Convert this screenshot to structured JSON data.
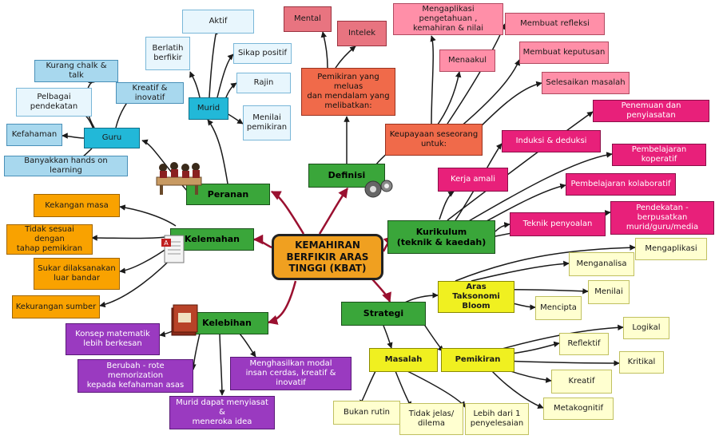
{
  "center": "KEMAHIRAN\nBERFIKIR ARAS\nTINGGI (KBAT)",
  "hubs": {
    "peranan": "Peranan",
    "kelemahan": "Kelemahan",
    "kelebihan": "Kelebihan",
    "definisi": "Definisi",
    "kurikulum": "Kurikulum\n(teknik & kaedah)",
    "strategi": "Strategi"
  },
  "peranan": {
    "guru": "Guru",
    "murid": "Murid",
    "guru_items": [
      "Kurang chalk & talk",
      "Pelbagai\npendekatan",
      "Kefahaman",
      "Banyakkan hands on learning",
      "Kreatif & inovatif"
    ],
    "murid_items": [
      "Aktif",
      "Berlatih\nberfikir",
      "Sikap positif",
      "Rajin",
      "Menilai\npemikiran"
    ]
  },
  "kelemahan_items": [
    "Kekangan masa",
    "Tidak sesuai dengan\ntahap pemikiran",
    "Sukar dilaksanakan\nluar bandar",
    "Kekurangan sumber"
  ],
  "kelebihan_items": [
    "Konsep matematik\nlebih berkesan",
    "Berubah - rote memorization\nkepada kefahaman asas",
    "Murid dapat menyiasat &\nmeneroka idea",
    "Menghasilkan modal\ninsan cerdas, kreatif & inovatif"
  ],
  "definisi": {
    "meluas": "Pemikiran yang meluas\ndan mendalam yang\nmelibatkan:",
    "keupayaan": "Keupayaan seseorang\nuntuk:",
    "meluas_items": [
      "Mental",
      "Intelek"
    ],
    "keupayaan_items": [
      "Mengaplikasi pengetahuan ,\nkemahiran & nilai",
      "Membuat refleksi",
      "Menaakul",
      "Membuat keputusan",
      "Selesaikan masalah"
    ]
  },
  "kurikulum_items": [
    "Penemuan dan penyiasatan",
    "Induksi & deduksi",
    "Pembelajaran koperatif",
    "Kerja amali",
    "Pembelajaran kolaboratif",
    "Teknik penyoalan",
    "Pendekatan - berpusatkan\nmurid/guru/media"
  ],
  "strategi": {
    "taksonomi": "Aras Taksonomi\nBloom",
    "masalah": "Masalah",
    "pemikiran": "Pemikiran",
    "taksonomi_items": [
      "Mengaplikasi",
      "Menganalisa",
      "Menilai",
      "Mencipta"
    ],
    "masalah_items": [
      "Bukan rutin",
      "Tidak jelas/\ndilema",
      "Lebih dari 1\npenyelesaian"
    ],
    "pemikiran_items": [
      "Logikal",
      "Reflektif",
      "Kritikal",
      "Kreatif",
      "Metakognitif"
    ]
  },
  "colors": {
    "edge_dark": "#1a1a1a",
    "edge_main": "#9a1030"
  }
}
